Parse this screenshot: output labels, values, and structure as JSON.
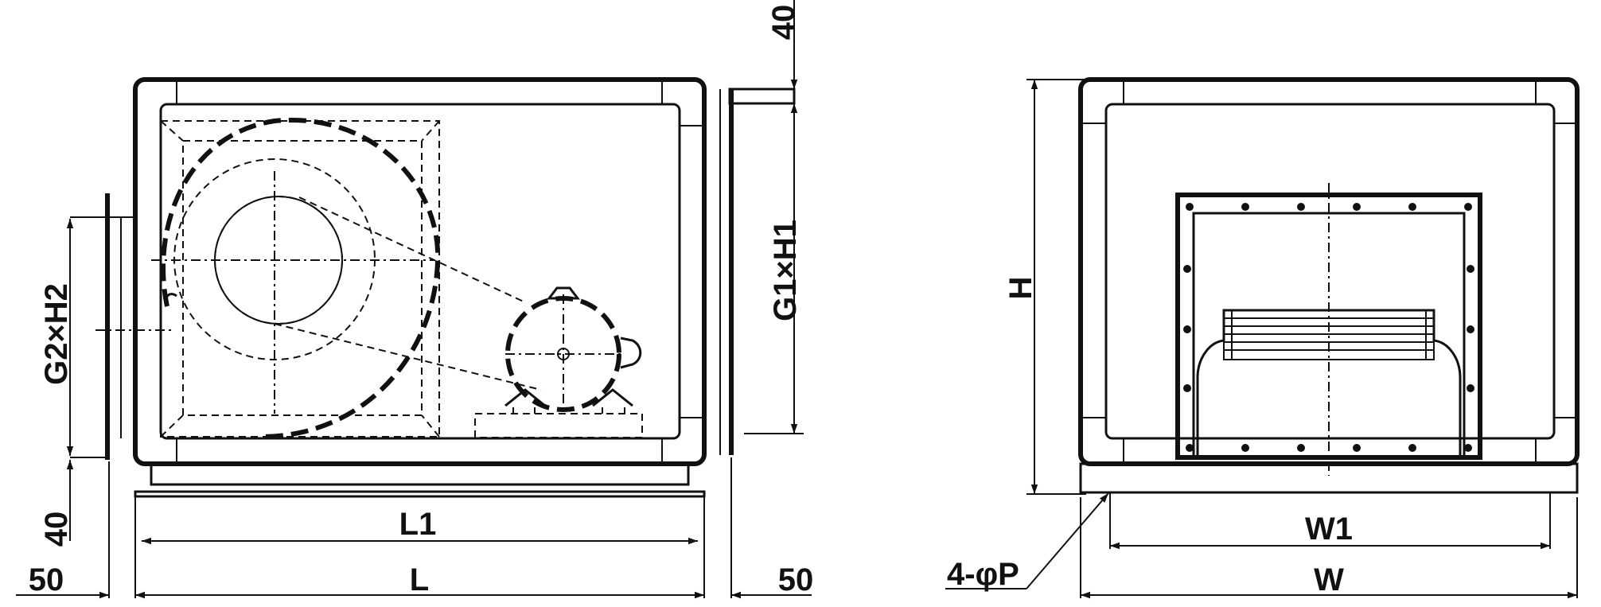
{
  "labels": {
    "top_offset": "40",
    "bottom_offset": "40",
    "left_margin": "50",
    "right_margin": "50",
    "inner_length": "L1",
    "length": "L",
    "outlet": "G1×H1",
    "inlet": "G2×H2",
    "height": "H",
    "inner_width": "W1",
    "width": "W",
    "holes": "4-φP"
  }
}
